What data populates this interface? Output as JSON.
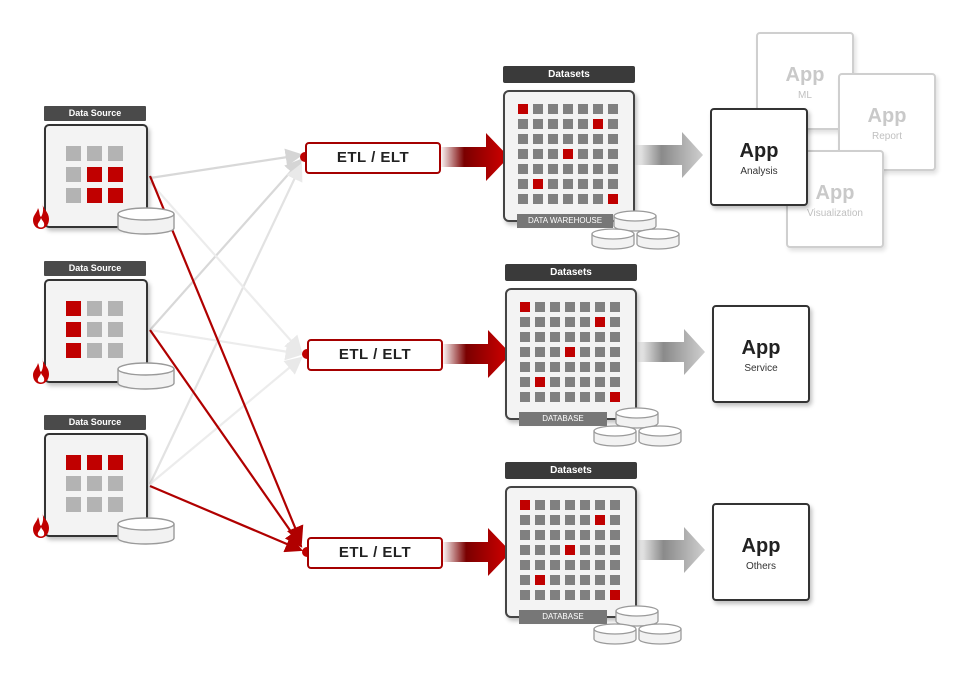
{
  "sources": [
    {
      "header": "Data Source",
      "pattern": [
        0,
        0,
        0,
        0,
        1,
        1,
        0,
        1,
        1
      ]
    },
    {
      "header": "Data Source",
      "pattern": [
        1,
        0,
        0,
        1,
        0,
        0,
        1,
        0,
        0
      ]
    },
    {
      "header": "Data Source",
      "pattern": [
        1,
        1,
        1,
        0,
        0,
        0,
        0,
        0,
        0
      ]
    }
  ],
  "etl": [
    {
      "label": "ETL / ELT"
    },
    {
      "label": "ETL / ELT"
    },
    {
      "label": "ETL / ELT"
    }
  ],
  "datasets": [
    {
      "header": "Datasets",
      "label": "DATA WAREHOUSE",
      "red_cells": [
        0,
        12,
        24,
        36,
        48
      ]
    },
    {
      "header": "Datasets",
      "label": "DATABASE",
      "red_cells": [
        0,
        12,
        24,
        36,
        48
      ]
    },
    {
      "header": "Datasets",
      "label": "DATABASE",
      "red_cells": [
        0,
        12,
        24,
        36,
        48
      ]
    }
  ],
  "apps": {
    "ml": {
      "title": "App",
      "subtitle": "ML"
    },
    "report": {
      "title": "App",
      "subtitle": "Report"
    },
    "visualization": {
      "title": "App",
      "subtitle": "Visualization"
    },
    "analysis": {
      "title": "App",
      "subtitle": "Analysis"
    },
    "service": {
      "title": "App",
      "subtitle": "Service"
    },
    "others": {
      "title": "App",
      "subtitle": "Others"
    }
  },
  "colors": {
    "accent": "#c00000",
    "dark": "#333333",
    "grey": "#b3b3b3"
  },
  "icons": {
    "source_badge": "flame-icon",
    "storage": "database-cylinder-icon"
  }
}
